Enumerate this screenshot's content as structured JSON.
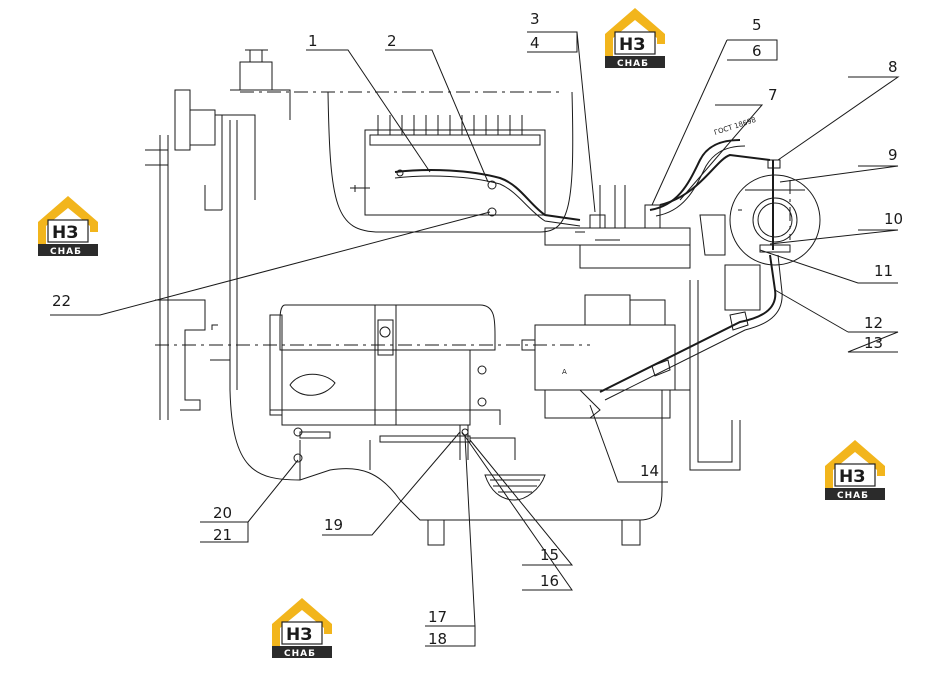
{
  "callouts": [
    "1",
    "2",
    "3",
    "4",
    "5",
    "6",
    "7",
    "8",
    "9",
    "10",
    "11",
    "12",
    "13",
    "14",
    "15",
    "16",
    "17",
    "18",
    "19",
    "20",
    "21",
    "22"
  ],
  "small_label": "A",
  "hose_marking": "ГОСТ 18698",
  "logo": {
    "letters": "НЗ",
    "word": "СНАБ",
    "colors": {
      "house": "#f2b51c",
      "band": "#2b2b2b"
    }
  }
}
